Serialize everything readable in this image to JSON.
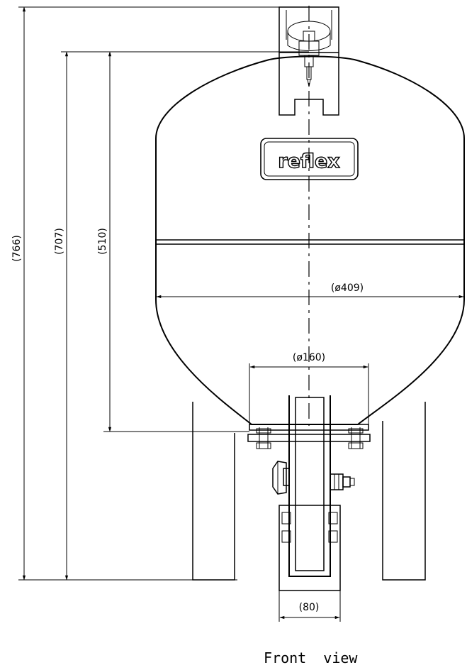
{
  "drawing": {
    "brand_logo": "reflex",
    "caption": "Front  view",
    "dimensions": {
      "height_overall": "(766)",
      "height_top": "(707)",
      "height_vessel": "(510)",
      "diameter_vessel": "(ø409)",
      "diameter_flange": "(ø160)",
      "width_foot": "(80)"
    }
  }
}
